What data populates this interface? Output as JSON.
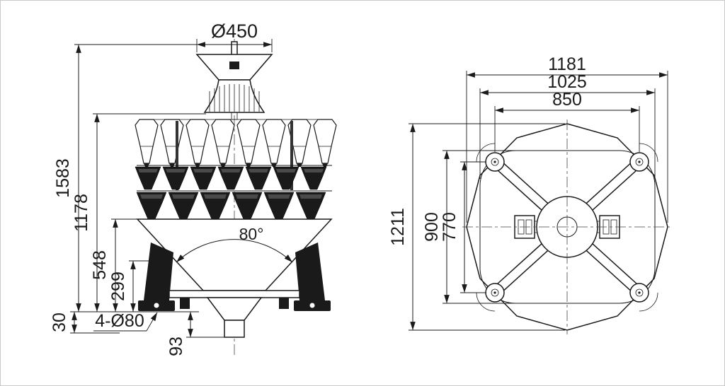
{
  "front_view": {
    "dims": {
      "top_diameter": "Ø450",
      "total_height": "1583",
      "body_height": "1178",
      "cone_height": "548",
      "leg_height": "299",
      "base_thickness": "30",
      "foot_holes": "4-Ø80",
      "outlet_height": "93",
      "cone_angle": "80°"
    }
  },
  "top_view": {
    "dims": {
      "outer_width": "1181",
      "frame_width": "1025",
      "hole_span_width": "850",
      "outer_height": "1211",
      "frame_height": "900",
      "hole_span_height": "770"
    }
  }
}
